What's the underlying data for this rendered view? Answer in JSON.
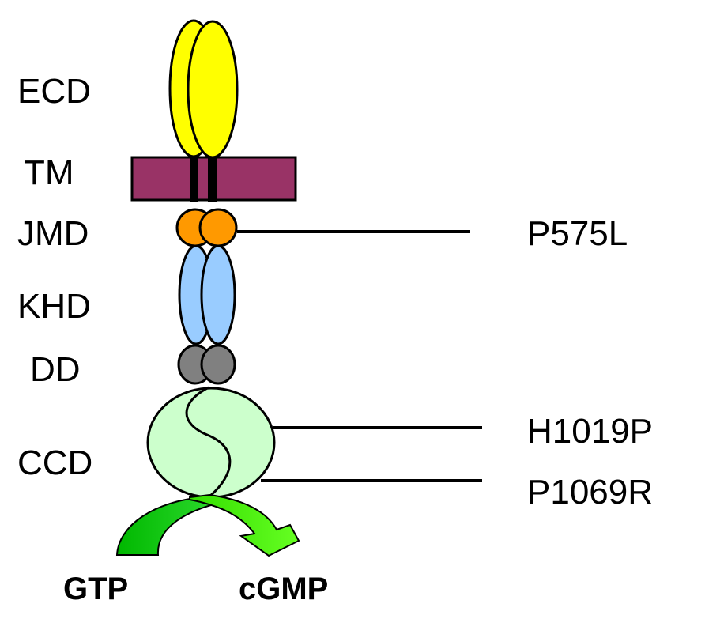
{
  "domains": {
    "ecd": "ECD",
    "tm": "TM",
    "jmd": "JMD",
    "khd": "KHD",
    "dd": "DD",
    "ccd": "CCD"
  },
  "mutations": {
    "p575l": "P575L",
    "h1019p": "H1019P",
    "p1069r": "P1069R"
  },
  "reaction": {
    "substrate": "GTP",
    "product": "cGMP"
  },
  "colors": {
    "ecd": "#FFFF00",
    "tm": "#993366",
    "jmd": "#FF9900",
    "khd": "#99CCFF",
    "dd": "#808080",
    "ccd": "#CCFFCC",
    "arrow_dark": "#00CC00",
    "arrow_light": "#66FF33"
  }
}
